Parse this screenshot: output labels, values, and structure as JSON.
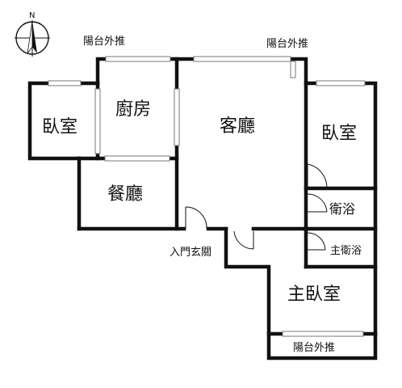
{
  "compass": {
    "north_letter": "N",
    "icon": "north-arrow-icon"
  },
  "labels": {
    "balcony_top_left": "陽台外推",
    "balcony_top_right": "陽台外推",
    "balcony_bottom": "陽台外推",
    "bedroom_left": "臥室",
    "kitchen": "廚房",
    "living_room": "客廳",
    "bedroom_right": "臥室",
    "dining_room": "餐廳",
    "bathroom": "衛浴",
    "entrance": "入門玄關",
    "master_bathroom": "主衛浴",
    "master_bedroom": "主臥室"
  }
}
